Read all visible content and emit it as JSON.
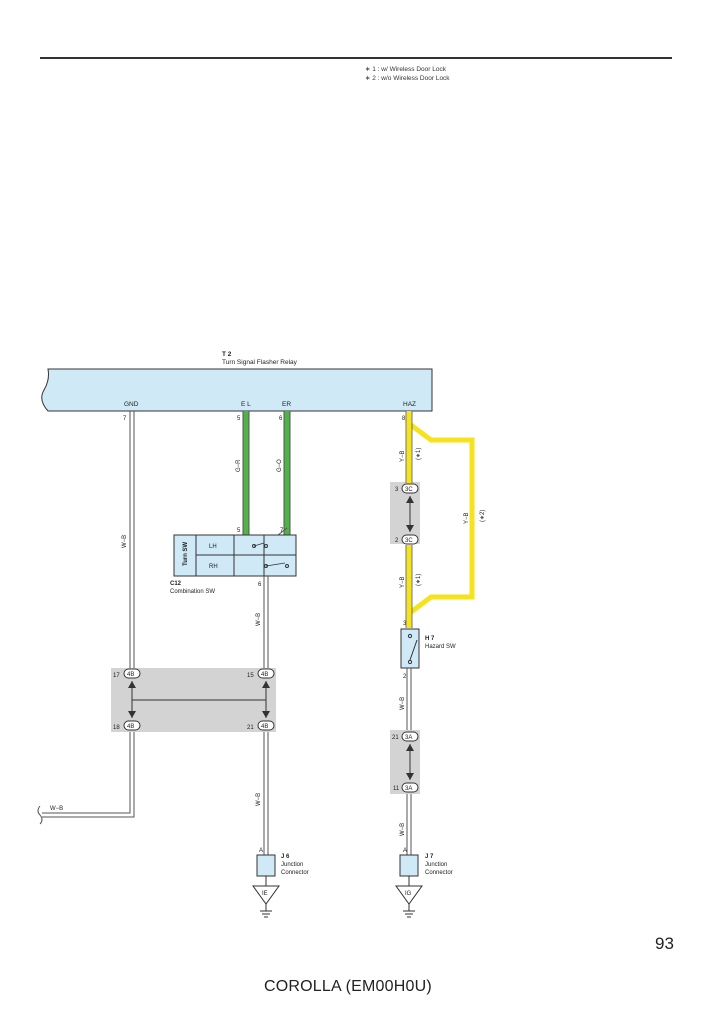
{
  "notes": [
    "∗ 1 : w/ Wireless Door Lock",
    "∗ 2 : w/o Wireless Door Lock"
  ],
  "relay": {
    "code": "T 2",
    "name": "Turn Signal Flasher Relay",
    "pins": [
      {
        "label": "GND",
        "num": "7"
      },
      {
        "label": "E L",
        "num": "5"
      },
      {
        "label": "ER",
        "num": "6"
      },
      {
        "label": "HAZ",
        "num": "8"
      }
    ]
  },
  "combination_sw": {
    "code": "C12",
    "name": "Combination SW",
    "side_label": "Turn SW",
    "rows": [
      "LH",
      "RH"
    ],
    "pin_in_lh": "5",
    "pin_in_rh": "7",
    "pin_out": "6"
  },
  "hazard_sw": {
    "code": "H 7",
    "name": "Hazard SW",
    "pin_top": "3",
    "pin_bottom": "2"
  },
  "wires": {
    "gnd": "W−B",
    "el": "G−R",
    "er": "G−O",
    "haz": "Y−B",
    "haz_n1": "(∗1)",
    "haz_n2": "(∗2)",
    "ext": "W−B"
  },
  "connectors": {
    "c3c_top": {
      "pin": "3",
      "id": "3C"
    },
    "c3c_bot": {
      "pin": "2",
      "id": "3C"
    },
    "c4b_tl": {
      "pin": "17",
      "id": "4B"
    },
    "c4b_tr": {
      "pin": "15",
      "id": "4B"
    },
    "c4b_bl": {
      "pin": "18",
      "id": "4B"
    },
    "c4b_br": {
      "pin": "21",
      "id": "4B"
    },
    "c3a_top": {
      "pin": "21",
      "id": "3A"
    },
    "c3a_bot": {
      "pin": "11",
      "id": "3A"
    }
  },
  "junctions": {
    "j6": {
      "code": "J 6",
      "name_1": "Junction",
      "name_2": "Connector",
      "pin": "A",
      "ground": "IE"
    },
    "j7": {
      "code": "J 7",
      "name_1": "Junction",
      "name_2": "Connector",
      "pin": "A",
      "ground": "IG"
    }
  },
  "page_number": "93",
  "footer": "COROLLA (EM00H0U)",
  "colors": {
    "relay_fill": "#cfe9f7",
    "gray_box": "#d3d3d3",
    "yellow": "#f5e31e",
    "green": "#4fb34a",
    "junction_fill": "#cfe9f7"
  }
}
